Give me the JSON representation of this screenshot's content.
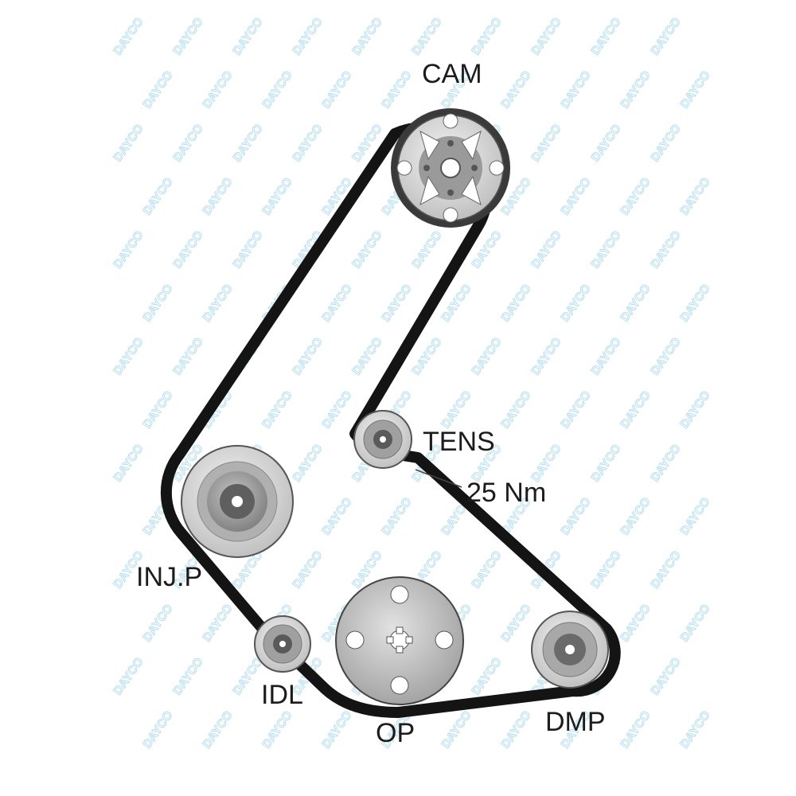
{
  "watermark": {
    "text": "DAYCO",
    "color": "#b9e0f0"
  },
  "labels": {
    "cam": "CAM",
    "tens": "TENS",
    "torque": "25 Nm",
    "injp": "INJ.P",
    "idl": "IDL",
    "op": "OP",
    "dmp": "DMP"
  },
  "colors": {
    "belt": "#141414",
    "pulley_light": "#dcdcdc",
    "pulley_mid": "#a9a9a9",
    "pulley_dark": "#6e6e6e"
  }
}
